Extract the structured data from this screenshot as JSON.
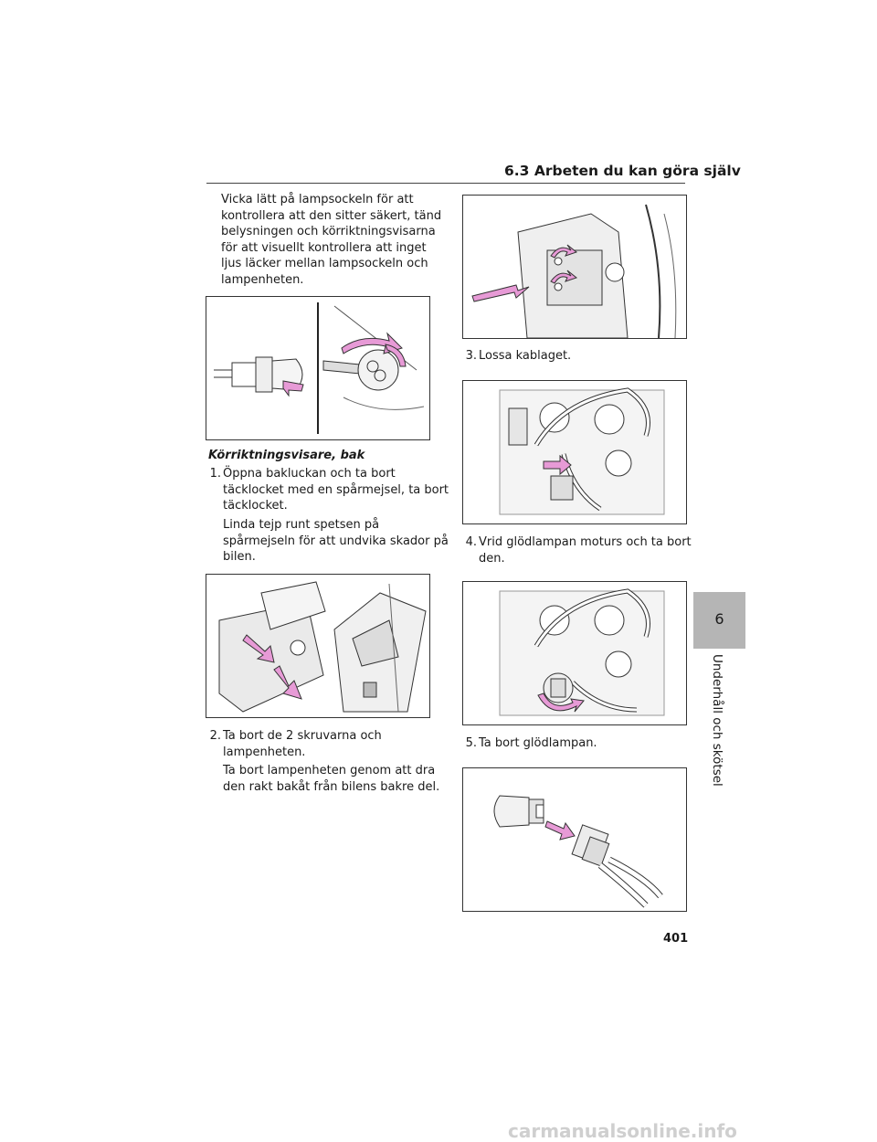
{
  "header": {
    "section_title": "6.3  Arbeten du kan göra själv"
  },
  "left_column": {
    "intro_lines": [
      "Vicka lätt på lampsockeln för att",
      "kontrollera att den sitter säkert, tänd",
      "belysningen och körriktningsvisarna",
      "för att visuellt kontrollera att inget",
      "ljus läcker mellan lampsockeln och",
      "lampenheten."
    ],
    "subheading": "Körriktningsvisare, bak",
    "step1": {
      "number": "1.",
      "lines": [
        "Öppna bakluckan och ta bort",
        "täcklocket med en spårmejsel, ta bort",
        "täcklocket."
      ],
      "note_lines": [
        "Linda tejp runt spetsen på",
        "spårmejseln för att undvika skador på",
        "bilen."
      ]
    },
    "step2": {
      "number": "2.",
      "lines": [
        "Ta bort de 2 skruvarna och",
        "lampenheten."
      ],
      "note_lines": [
        "Ta bort lampenheten genom att dra",
        "den rakt bakåt från bilens bakre del."
      ]
    }
  },
  "right_column": {
    "step3": {
      "number": "3.",
      "text": "Lossa kablaget."
    },
    "step4": {
      "number": "4.",
      "lines": [
        "Vrid glödlampan moturs och ta bort",
        "den."
      ]
    },
    "step5": {
      "number": "5.",
      "text": "Ta bort glödlampan."
    }
  },
  "side_tab": {
    "chapter_number": "6",
    "chapter_title": "Underhåll och skötsel"
  },
  "footer": {
    "page_number": "401"
  },
  "watermark": "carmanualsonline.info",
  "colors": {
    "arrow_pink": "#e79ad6",
    "tab_gray": "#b5b5b5",
    "rule": "#444444"
  }
}
